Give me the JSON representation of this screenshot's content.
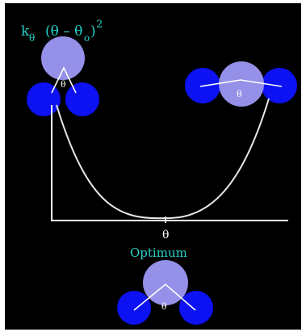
{
  "formula": {
    "k": "k",
    "k_sub": "θ",
    "expr_open": "(θ – θ",
    "theta0_sub": "o",
    "expr_close": ")",
    "exponent": "2"
  },
  "axis": {
    "x_label": "θ"
  },
  "optimum_label": "Optimum",
  "molecules": {
    "bent_left_label": "θ",
    "linear_right_label": "θ",
    "optimum_label": "θ"
  },
  "colors": {
    "background": "#000000",
    "formula_text": "#27d1c8",
    "central_atom": "#9590e8",
    "outer_atom": "#0c12f2",
    "curve": "#e8e8e8",
    "axis": "#ffffff"
  }
}
